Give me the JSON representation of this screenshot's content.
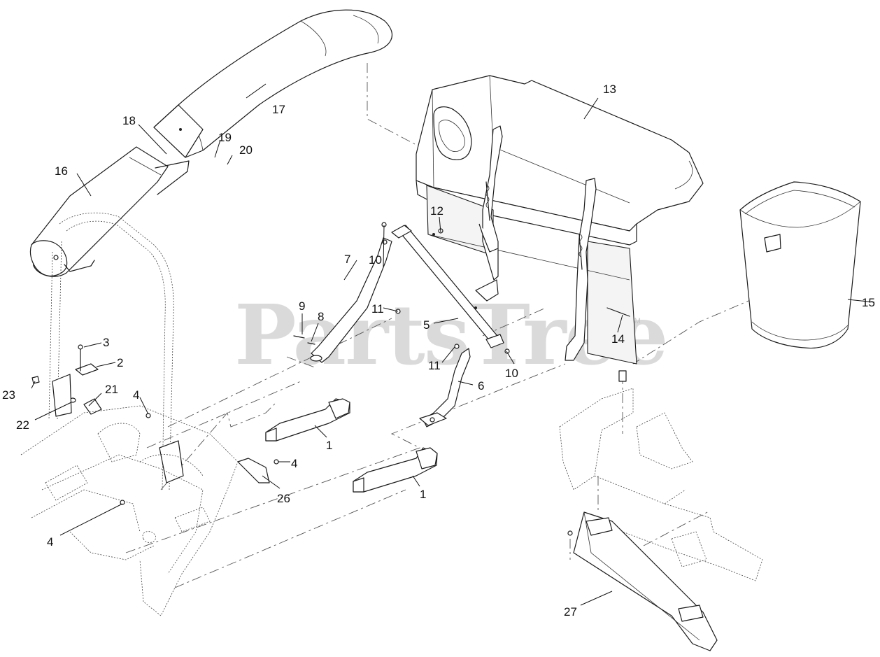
{
  "watermark": {
    "text": "PartsTree",
    "trademark": "TM"
  },
  "callouts": [
    "1",
    "1",
    "2",
    "3",
    "4",
    "4",
    "4",
    "5",
    "6",
    "7",
    "8",
    "9",
    "10",
    "10",
    "11",
    "11",
    "12",
    "13",
    "14",
    "15",
    "16",
    "17",
    "18",
    "19",
    "20",
    "21",
    "22",
    "23",
    "26",
    "27"
  ]
}
